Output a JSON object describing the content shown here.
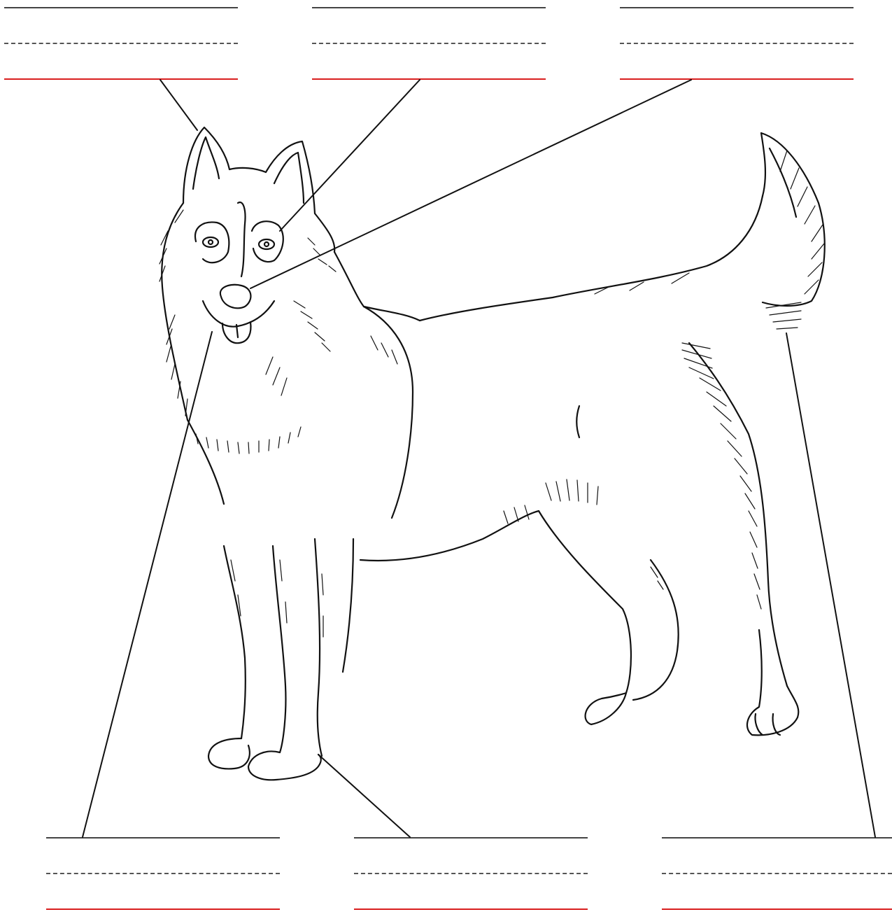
{
  "worksheet": {
    "title": "",
    "answer_boxes": [
      {
        "id": "ears",
        "text": ""
      },
      {
        "id": "eyes",
        "text": ""
      },
      {
        "id": "nose",
        "text": ""
      },
      {
        "id": "tongue",
        "text": ""
      },
      {
        "id": "paw",
        "text": ""
      },
      {
        "id": "tail",
        "text": ""
      }
    ],
    "colors": {
      "guide_line": "#444444",
      "dashed_line": "#555555",
      "base_line": "#d91f1f",
      "drawing": "#111111"
    },
    "illustration": "husky-dog-drawing"
  }
}
